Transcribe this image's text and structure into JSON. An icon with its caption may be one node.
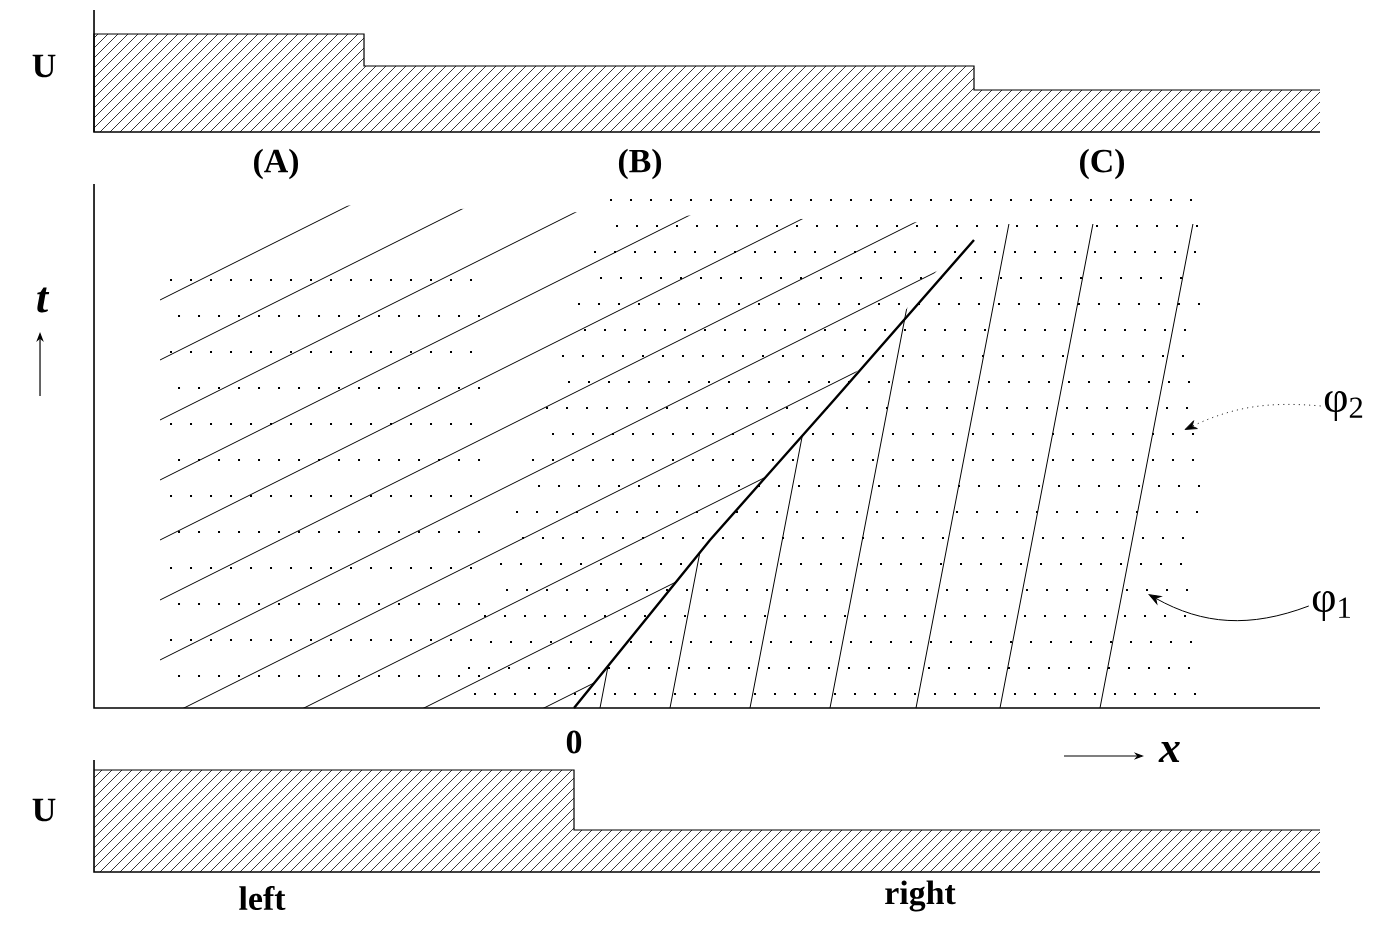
{
  "diagram": {
    "nodes": [
      {
        "text": [
          "φ$_{2}$"
        ]
      },
      {
        "text": [
          "φ$_{1}$"
        ]
      }
    ],
    "edges": [
      {
        "from": 0,
        "to": null,
        "arrow": "to",
        "style": "dashed"
      },
      {
        "from": 1,
        "to": null,
        "arrow": "to"
      }
    ],
    "labels": [
      "U",
      "(A)",
      "(B)",
      "(C)",
      "t",
      "0",
      "x",
      "U",
      "left",
      "right"
    ]
  }
}
